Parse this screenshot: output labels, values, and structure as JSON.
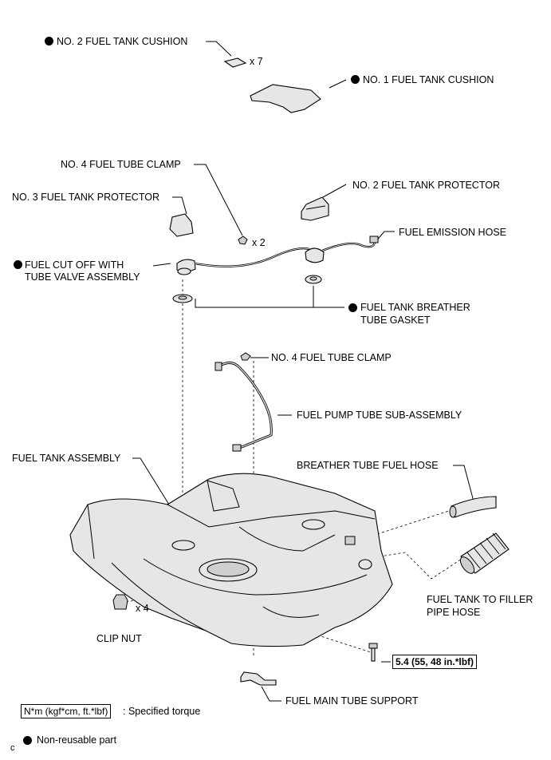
{
  "labels": {
    "no2_cushion": "NO. 2 FUEL TANK CUSHION",
    "no2_cushion_qty": "x 7",
    "no1_cushion": "NO. 1 FUEL TANK CUSHION",
    "no4_clamp_top": "NO. 4 FUEL TUBE CLAMP",
    "no3_protector": "NO. 3 FUEL TANK PROTECTOR",
    "no2_protector": "NO. 2 FUEL TANK PROTECTOR",
    "clamp_qty": "x 2",
    "emission_hose": "FUEL EMISSION HOSE",
    "cut_off_valve_l1": "FUEL CUT OFF WITH",
    "cut_off_valve_l2": "TUBE VALVE ASSEMBLY",
    "breather_gasket_l1": "FUEL TANK BREATHER",
    "breather_gasket_l2": "TUBE GASKET",
    "no4_clamp_bottom": "NO. 4 FUEL TUBE CLAMP",
    "pump_tube": "FUEL PUMP TUBE SUB-ASSEMBLY",
    "tank_assembly": "FUEL TANK ASSEMBLY",
    "breather_hose": "BREATHER TUBE FUEL HOSE",
    "filler_hose_l1": "FUEL TANK TO FILLER",
    "filler_hose_l2": "PIPE HOSE",
    "clip_nut": "CLIP NUT",
    "clip_nut_qty": "x 4",
    "torque_value": "5.4 (55, 48 in.*lbf)",
    "main_tube_support": "FUEL MAIN TUBE SUPPORT"
  },
  "legend": {
    "torque_unit": "N*m (kgf*cm, ft.*lbf)",
    "torque_text": ": Specified torque",
    "non_reusable": "Non-reusable part",
    "corner_mark": "c"
  }
}
